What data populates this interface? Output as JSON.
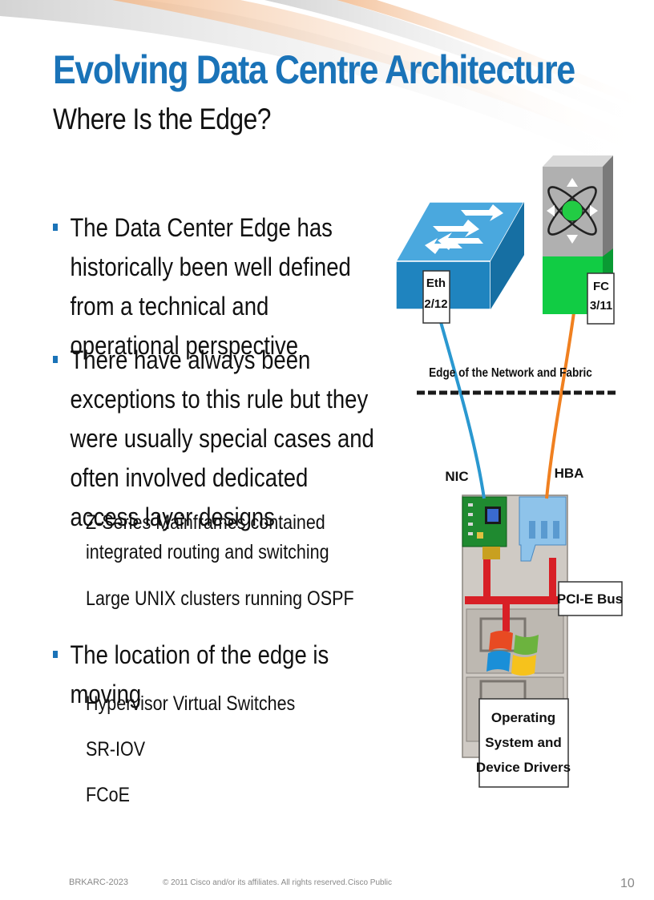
{
  "title": "Evolving Data Centre Architecture",
  "subtitle": "Where Is the Edge?",
  "bullets": [
    "The Data Center Edge has historically been well defined from a technical and operational perspective",
    "There have always been exceptions to this rule but they were usually special cases and often involved dedicated access layer designs",
    "The location of the edge is moving"
  ],
  "sub_items": [
    "Z-Series Mainframes contained integrated routing and switching",
    "Large UNIX clusters running OSPF",
    "Hypervisor Virtual Switches",
    "SR-IOV",
    "FCoE"
  ],
  "diagram": {
    "eth_label": "Eth\n2/12",
    "fc_label": "FC\n3/11",
    "edge_label": "Edge of the Network and Fabric",
    "nic_label": "NIC",
    "hba_label": "HBA",
    "bus_label": "PCI-E Bus",
    "os_label": "Operating\nSystem and\nDevice Drivers"
  },
  "footer": {
    "session": "BRKARC-2023",
    "copyright": "© 2011 Cisco and/or its affiliates. All rights reserved.",
    "classification": "Cisco Public",
    "page": "10"
  },
  "colors": {
    "title": "#1a73b8",
    "switch": "#1b8ac8",
    "fc_green": "#11cc44",
    "eth_cable": "#2a98d0",
    "fc_cable": "#f08020",
    "pci_bus": "#d81f26"
  }
}
